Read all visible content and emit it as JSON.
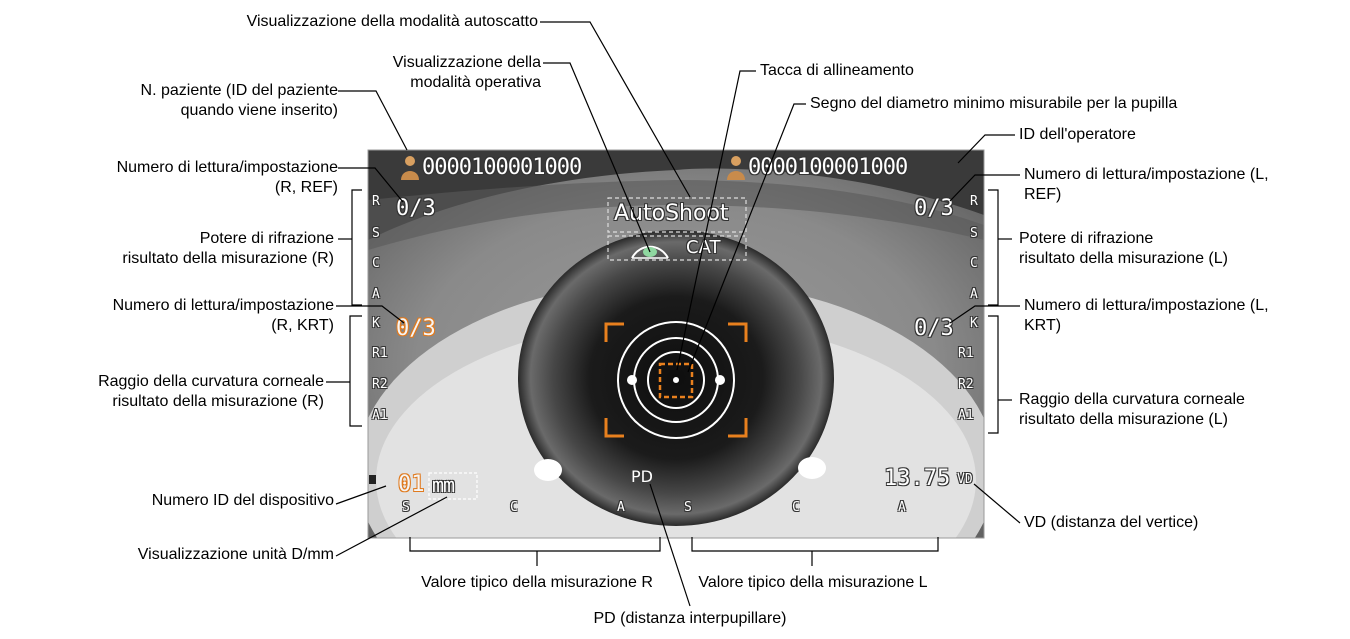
{
  "screen": {
    "patient_id": "0000100001000",
    "operator_id": "0000100001000",
    "count_ref_r": "0/3",
    "count_ref_l": "0/3",
    "count_krt_r": "0/3",
    "count_krt_l": "0/3",
    "ref_letters_r": [
      "R",
      "S",
      "C",
      "A"
    ],
    "ref_letters_l": [
      "R",
      "S",
      "C",
      "A"
    ],
    "krt_letters_r": [
      "K",
      "R1",
      "R2",
      "A1"
    ],
    "krt_letters_l": [
      "K",
      "R1",
      "R2",
      "A1"
    ],
    "autoshoot_label": "AutoShoot",
    "mode_label": "CAT",
    "device_id": "01",
    "unit_label": "mm",
    "vd_value": "13.75",
    "vd_label": "VD",
    "pd_label": "PD",
    "bottom_letters_r": [
      "S",
      "C",
      "A"
    ],
    "bottom_letters_l": [
      "S",
      "C",
      "A"
    ]
  },
  "callouts": {
    "autoshoot_mode": "Visualizzazione della modalità autoscatto",
    "operative_mode": "Visualizzazione della\nmodalità operativa",
    "patient_no": "N. paziente (ID del paziente\nquando viene inserito)",
    "alignment_mark": "Tacca di allineamento",
    "min_pupil": "Segno del diametro minimo misurabile per la pupilla",
    "operator_id": "ID dell'operatore",
    "read_ref_r": "Numero di lettura/impostazione\n(R, REF)",
    "read_ref_l": "Numero di lettura/impostazione (L,\nREF)",
    "refraction_r": "Potere di rifrazione\nrisultato della misurazione (R)",
    "refraction_l": "Potere di rifrazione\nrisultato della misurazione (L)",
    "read_krt_r": "Numero di lettura/impostazione\n(R, KRT)",
    "read_krt_l": "Numero di lettura/impostazione (L,\nKRT)",
    "curvature_r": "Raggio della curvatura corneale\nrisultato della misurazione (R)",
    "curvature_l": "Raggio della curvatura corneale\nrisultato della misurazione (L)",
    "device_id": "Numero ID del dispositivo",
    "unit_display": "Visualizzazione unità D/mm",
    "vd": "VD (distanza del vertice)",
    "typical_r": "Valore tipico della misurazione R",
    "typical_l": "Valore tipico della misurazione L",
    "pd": "PD (distanza interpupillare)"
  },
  "colors": {
    "accent_orange": "#e8801e",
    "line": "#000000"
  },
  "icons": [
    "person-icon",
    "eye-icon"
  ]
}
